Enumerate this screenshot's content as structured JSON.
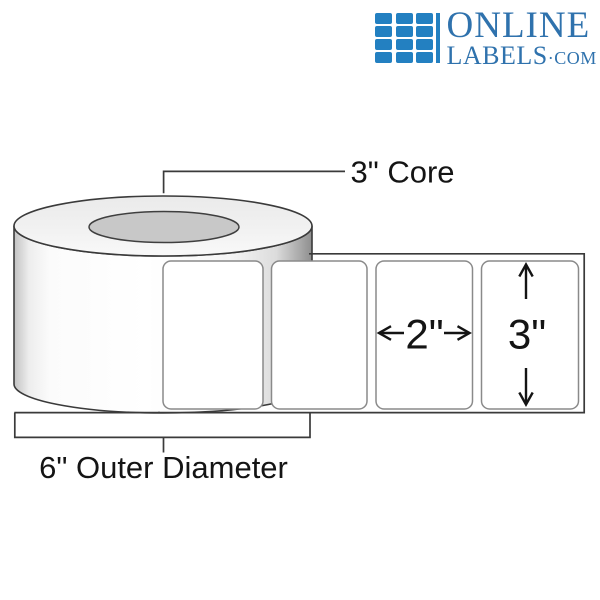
{
  "logo": {
    "icon": "blue-grid-icon",
    "word_top": "ONLINE",
    "word_bottom": "LABELS",
    "suffix": "·COM",
    "icon_color": "#2380c1",
    "text_color": "#2f72ad"
  },
  "annotations": {
    "core": "3\" Core",
    "outer_diameter": "6\" Outer Diameter",
    "label_width": "2\"",
    "label_height": "3\""
  },
  "roll": {
    "visible_labels_on_strip": 4,
    "core_fill_color": "#c8c8c8",
    "outline_color": "#3a3a3a"
  }
}
